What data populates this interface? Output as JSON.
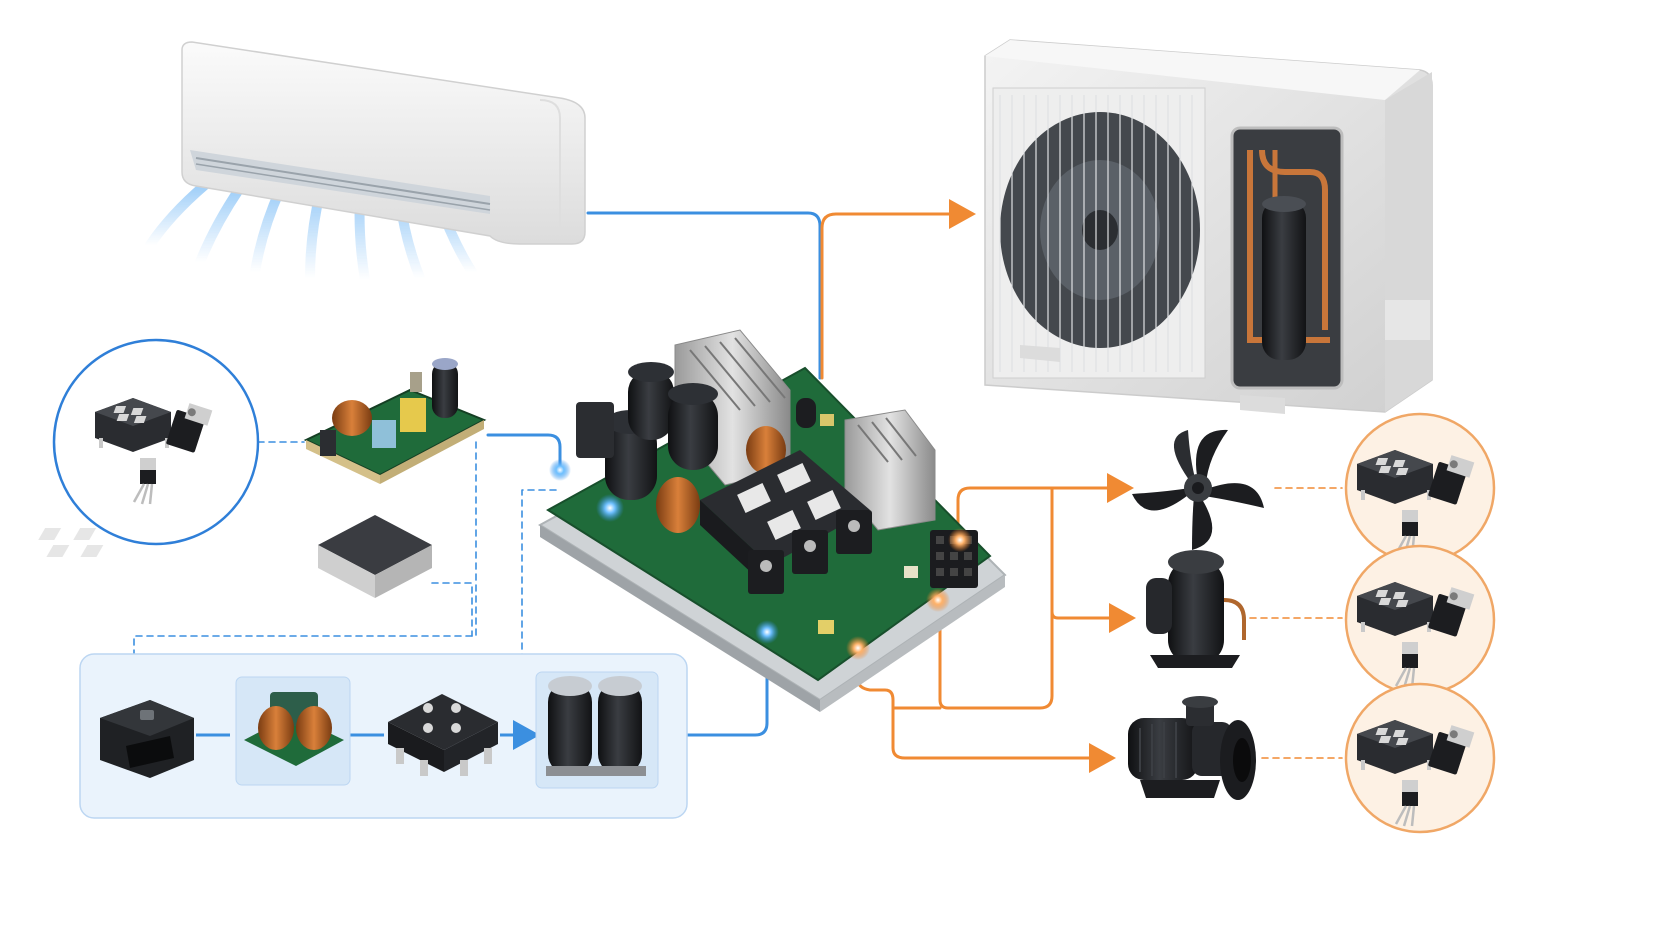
{
  "diagram": {
    "kind": "air-conditioner-inverter-system",
    "nodes": [
      {
        "id": "indoor-unit",
        "icon": "split-ac-indoor-unit"
      },
      {
        "id": "outdoor-unit",
        "icon": "ac-outdoor-unit-with-compressor"
      },
      {
        "id": "main-control-board",
        "icon": "inverter-pcb"
      },
      {
        "id": "power-device-cluster",
        "icon": "igbt-modules-and-transistors"
      },
      {
        "id": "aux-power-supply",
        "icon": "switching-power-supply-board"
      },
      {
        "id": "ipm-module",
        "icon": "ipm-power-module"
      },
      {
        "id": "fan-motor",
        "icon": "axial-fan"
      },
      {
        "id": "compressor",
        "icon": "rotary-compressor"
      },
      {
        "id": "water-pump",
        "icon": "centrifugal-pump"
      },
      {
        "id": "fan-driver-devices",
        "icon": "igbt-modules-and-transistors"
      },
      {
        "id": "compressor-driver-devices",
        "icon": "igbt-modules-and-transistors"
      },
      {
        "id": "pump-driver-devices",
        "icon": "igbt-modules-and-transistors"
      }
    ],
    "power_path": [
      {
        "id": "ac-inlet",
        "icon": "iec-power-inlet"
      },
      {
        "id": "emi-filter",
        "icon": "common-mode-choke"
      },
      {
        "id": "rectifier-bridge",
        "icon": "bridge-rectifier-module"
      },
      {
        "id": "dc-bus-capacitors",
        "icon": "electrolytic-capacitors"
      }
    ]
  },
  "colors": {
    "signal_line": "#3b8fe0",
    "drive_line": "#f08a33",
    "panel_fill": "#eaf3fc",
    "panel_border": "#bcd6f2",
    "orange_circle_fill": "#fdf1e4",
    "orange_circle_border": "#f0a766",
    "blue_circle_border": "#2f7fd8",
    "pcb_green": "#1f6b3a",
    "component_black": "#1d1f22"
  }
}
